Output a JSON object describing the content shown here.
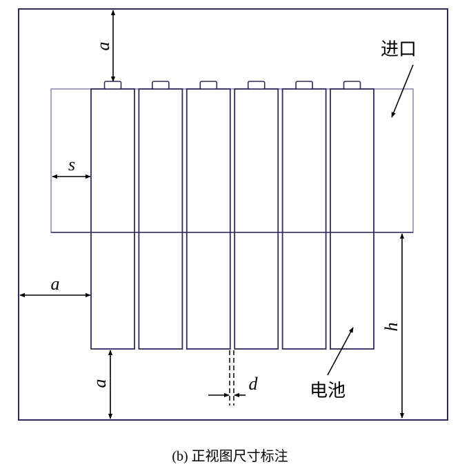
{
  "labels": {
    "a_top": "a",
    "a_left": "a",
    "a_bottom": "a",
    "s": "s",
    "d": "d",
    "h": "h",
    "inlet": "进口",
    "battery": "电池"
  },
  "caption": "(b)  正视图尺寸标注",
  "battery_count": 6,
  "colors": {
    "outline": "#2e2a5c",
    "arrow": "#000000"
  }
}
